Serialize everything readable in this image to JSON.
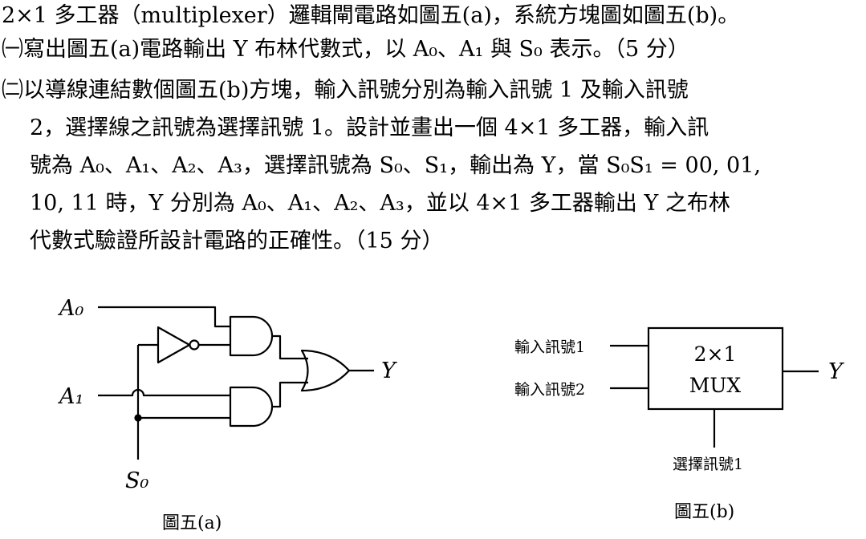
{
  "question": {
    "intro": "2×1 多工器（multiplexer）邏輯閘電路如圖五(a)，系統方塊圖如圖五(b)。",
    "part1": "㈠寫出圖五(a)電路輸出 Y 布林代數式，以 A₀、A₁ 與 S₀ 表示。（5 分）",
    "part2_line1": "㈡以導線連結數個圖五(b)方塊，輸入訊號分別為輸入訊號 1 及輸入訊號",
    "part2_line2": "2，選擇線之訊號為選擇訊號 1。設計並畫出一個 4×1 多工器，輸入訊",
    "part2_line3": "號為 A₀、A₁、A₂、A₃，選擇訊號為 S₀、S₁，輸出為 Y，當 S₀S₁ = 00, 01,",
    "part2_line4": "10, 11 時，Y 分別為 A₀、A₁、A₂、A₃，並以 4×1 多工器輸出 Y 之布林",
    "part2_line5": "代數式驗證所設計電路的正確性。（15 分）"
  },
  "figure_a": {
    "labels": {
      "a0": "A₀",
      "a1": "A₁",
      "s0": "S₀",
      "y": "Y"
    },
    "caption": "圖五(a)"
  },
  "figure_b": {
    "input1": "輸入訊號1",
    "input2": "輸入訊號2",
    "block_line1": "2×1",
    "block_line2": "MUX",
    "output": "Y",
    "select": "選擇訊號1",
    "caption": "圖五(b)"
  }
}
